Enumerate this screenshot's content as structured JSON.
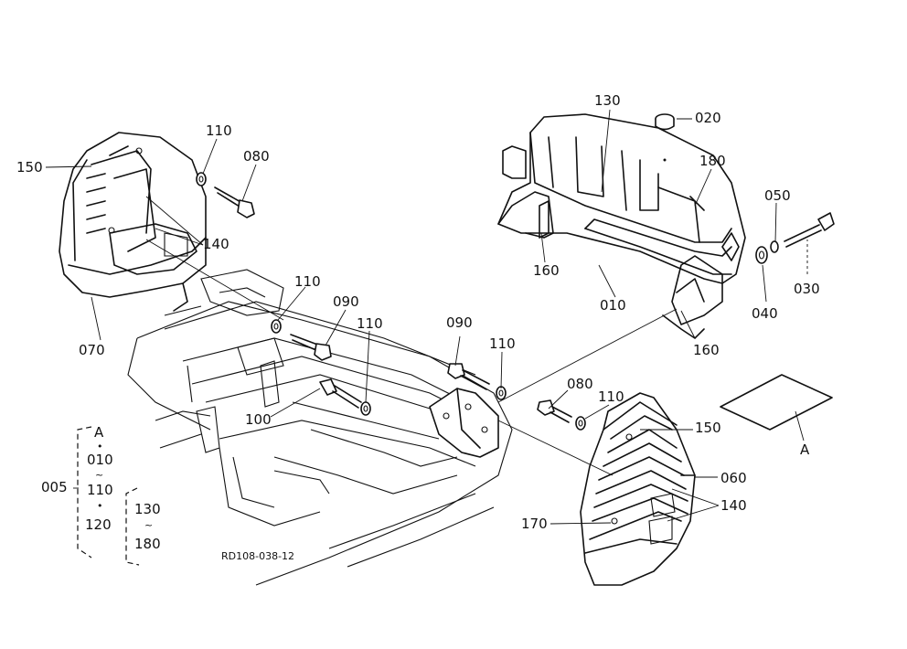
{
  "callouts": {
    "c020": "020",
    "c110_tl": "110",
    "c080_tl": "080",
    "c150_l": "150",
    "c140_l": "140",
    "c130": "130",
    "c180_r": "180",
    "c050": "050",
    "c160_a": "160",
    "c010": "010",
    "c040": "040",
    "c030": "030",
    "c160_b": "160",
    "c070": "070",
    "c110_m": "110",
    "c090_m": "090",
    "c110_m2": "110",
    "c090_c": "090",
    "c110_c": "110",
    "c080_c": "080",
    "c110_c2": "110",
    "c100": "100",
    "c150_r": "150",
    "c060": "060",
    "c140_r": "140",
    "c170": "170",
    "c_A_ref": "A"
  },
  "legend": {
    "group": "005",
    "a_label": "A",
    "a_from": "010",
    "a_to": "110",
    "single": "120",
    "b_from": "130",
    "b_to": "180",
    "tilde": "~",
    "bullet": "•"
  },
  "drawing_code": "RD108-038-12"
}
